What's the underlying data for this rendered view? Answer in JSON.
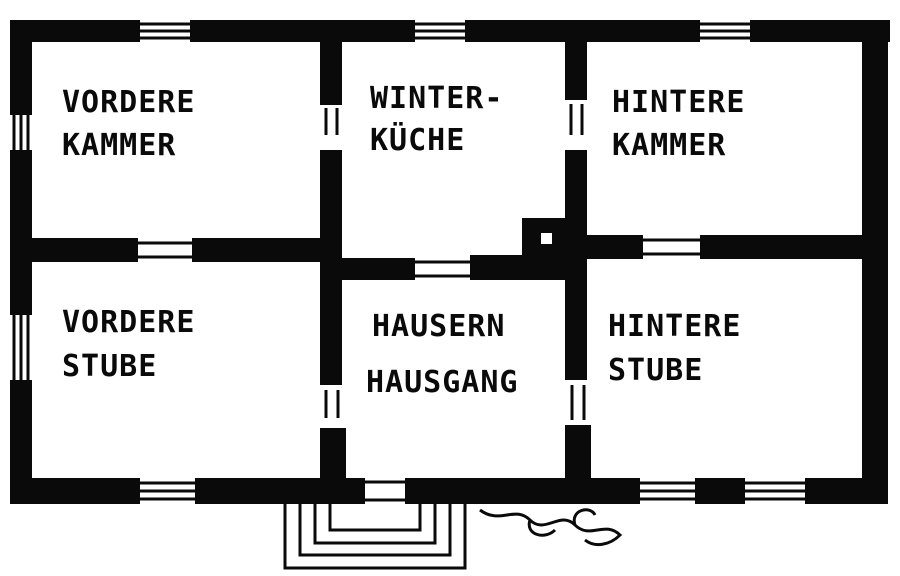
{
  "rooms": {
    "vordere_kammer": {
      "line1": "VORDERE",
      "line2": "KAMMER"
    },
    "winterkueche": {
      "line1": "WINTER-",
      "line2": "KÜCHE"
    },
    "hintere_kammer": {
      "line1": "HINTERE",
      "line2": "KAMMER"
    },
    "vordere_stube": {
      "line1": "VORDERE",
      "line2": "STUBE"
    },
    "hausern": {
      "line1": "HAUSERN",
      "line2": "HAUSGANG"
    },
    "hintere_stube": {
      "line1": "HINTERE",
      "line2": "STUBE"
    }
  },
  "colors": {
    "wall": "#0a0a0a",
    "background": "#ffffff"
  }
}
